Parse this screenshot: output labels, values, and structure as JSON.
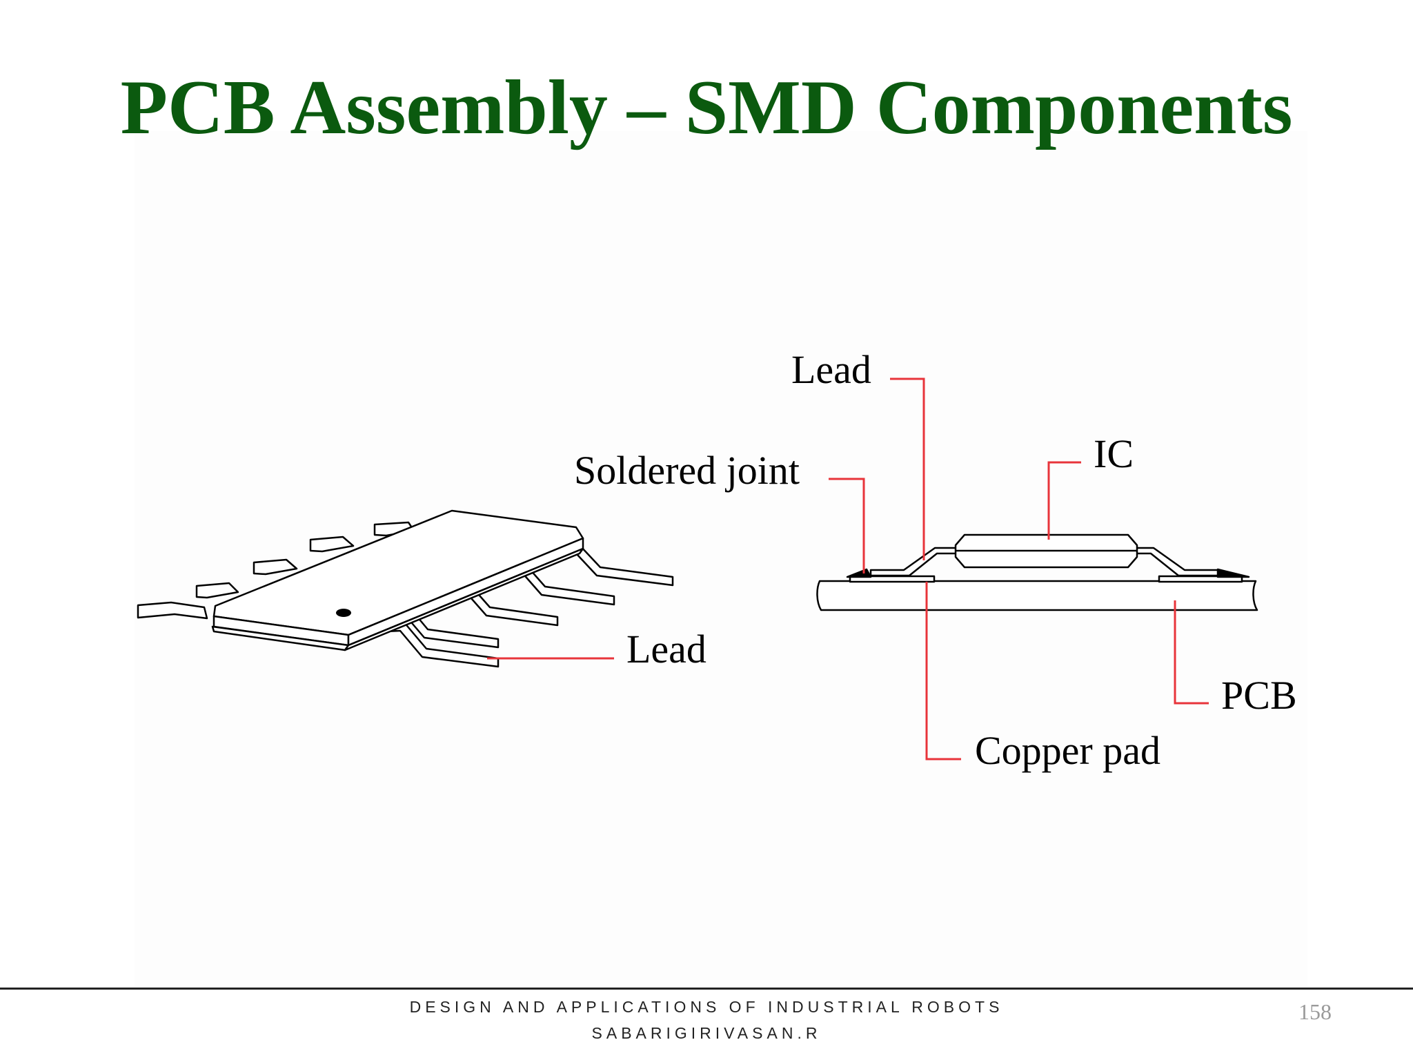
{
  "slide": {
    "title": "PCB Assembly – SMD Components",
    "page_number": "158"
  },
  "diagram": {
    "left_figure": {
      "labels": {
        "lead": "Lead"
      }
    },
    "right_figure": {
      "labels": {
        "lead": "Lead",
        "soldered_joint": "Soldered joint",
        "ic": "IC",
        "pcb": "PCB",
        "copper_pad": "Copper pad"
      }
    },
    "colors": {
      "leader_line": "#e8343a",
      "outline": "#000000",
      "title": "#0b5a0f"
    }
  },
  "footer": {
    "course": "DESIGN AND APPLICATIONS OF INDUSTRIAL ROBOTS",
    "author": "SABARIGIRIVASAN.R"
  }
}
